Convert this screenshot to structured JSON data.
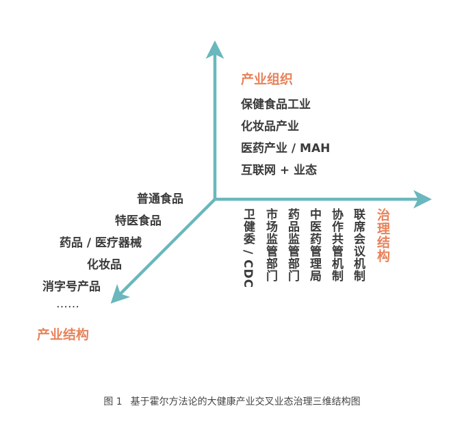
{
  "colors": {
    "axis": "#6ab7bd",
    "accent": "#e8825a",
    "text": "#3a3a3a"
  },
  "axes": {
    "vertical_title": "产业组织",
    "vertical_items": [
      "保健食品工业",
      "化妆品产业",
      "医药产业 / MAH",
      "互联网 + 业态"
    ],
    "horizontal_title": "治理结构",
    "horizontal_items": [
      "卫健委 / CDC",
      "市场监管部门",
      "药品监管部门",
      "中医药管理局",
      "协作共管机制",
      "联席会议机制"
    ],
    "diagonal_title": "产业结构",
    "diagonal_items": [
      "普通食品",
      "特医食品",
      "药品 / 医疗器械",
      "化妆品",
      "消字号产品",
      "……"
    ]
  },
  "caption": {
    "number": "图 1",
    "text": "基于霍尔方法论的大健康产业交叉业态治理三维结构图"
  }
}
